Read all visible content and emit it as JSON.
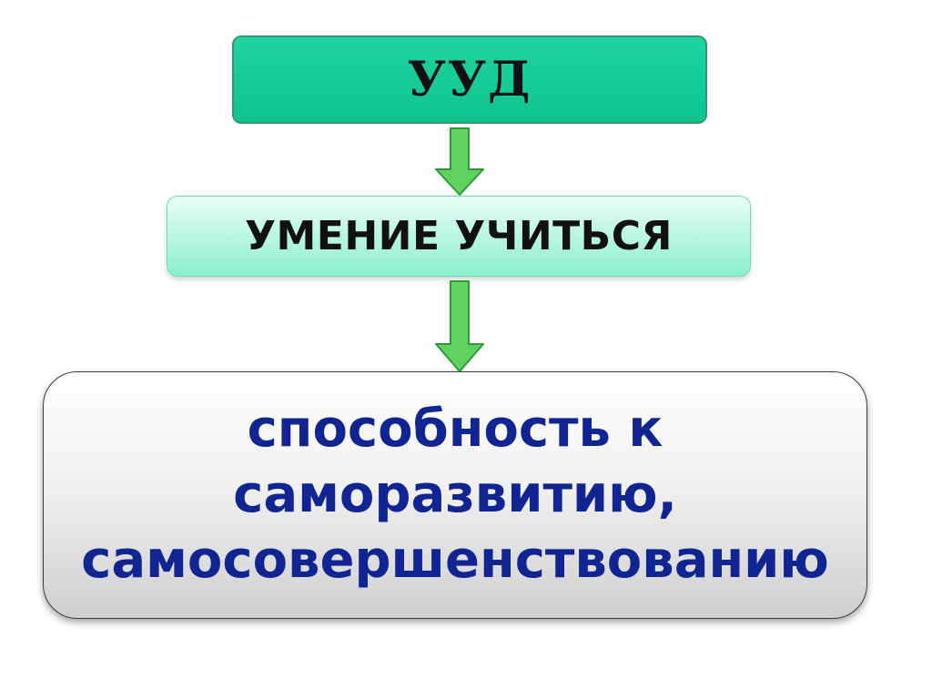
{
  "diagram": {
    "top_box": {
      "label": "УУД"
    },
    "middle_box": {
      "label": "УМЕНИЕ УЧИТЬСЯ"
    },
    "bottom_box": {
      "lines": [
        "способность к",
        "саморазвитию,",
        "самосовершенствованию"
      ]
    },
    "colors": {
      "top_fill": "#13c893",
      "middle_fill": "#bff7e3",
      "bottom_text": "#102592",
      "arrow_fill": "#5fd35e",
      "arrow_stroke": "#2f9a3a"
    },
    "connectors": [
      {
        "from": "top_box",
        "to": "middle_box",
        "icon": "arrow-down-icon"
      },
      {
        "from": "middle_box",
        "to": "bottom_box",
        "icon": "arrow-down-icon"
      }
    ]
  }
}
